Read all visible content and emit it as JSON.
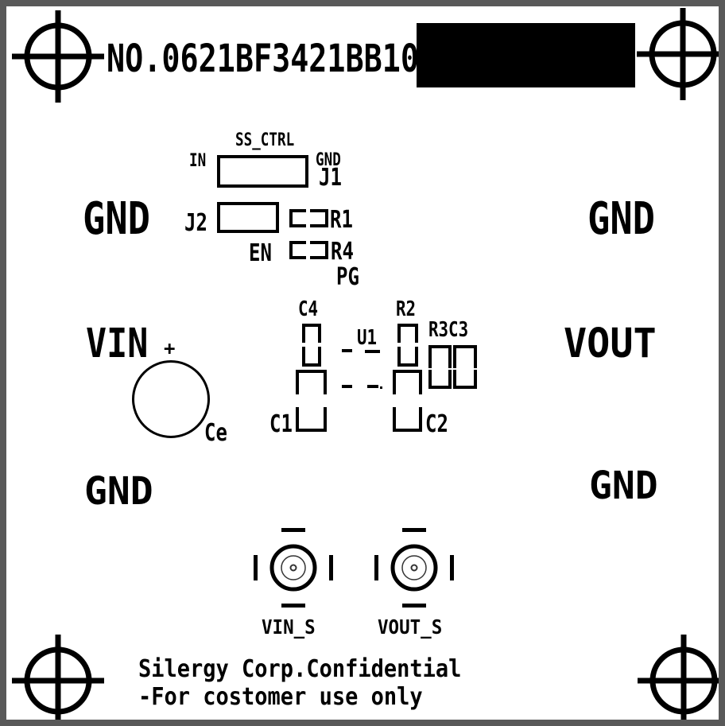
{
  "title": "NO.0621BF3421BB10",
  "colors": {
    "silkscreen": "#000000",
    "board": "#ffffff",
    "frame": "#595959",
    "label_block": "#000000"
  },
  "labels": {
    "gnd_top_left": "GND",
    "gnd_top_right": "GND",
    "gnd_bottom_left": "GND",
    "gnd_bottom_right": "GND",
    "vin": "VIN",
    "plus": "+",
    "vout": "VOUT",
    "ce": "Ce",
    "ss_ctrl": "SS_CTRL",
    "in": "IN",
    "j1_gnd": "GND",
    "j1": "J1",
    "j2": "J2",
    "r1": "R1",
    "en": "EN",
    "r4": "R4",
    "pg": "PG",
    "c4": "C4",
    "u1": "U1",
    "r2": "R2",
    "r3c3": "R3C3",
    "c1": "C1",
    "c2": "C2",
    "vin_s": "VIN_S",
    "vout_s": "VOUT_S"
  },
  "footer": {
    "line1": "Silergy Corp.Confidential",
    "line2": "-For costomer use only"
  }
}
